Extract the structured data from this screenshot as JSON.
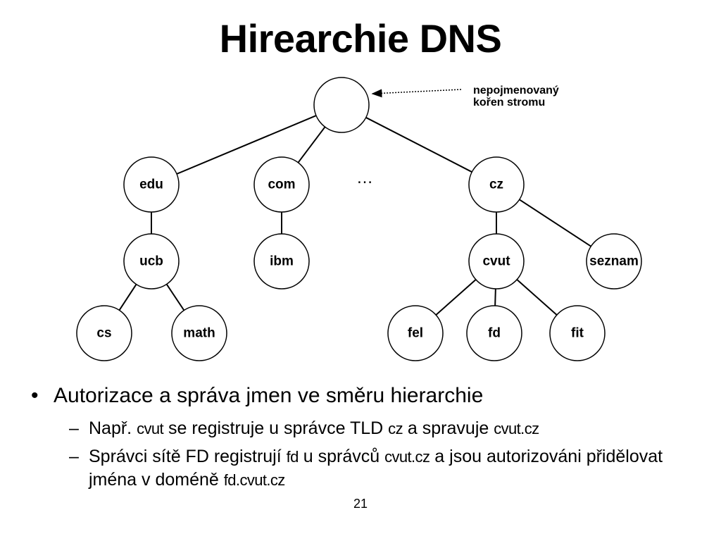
{
  "slide": {
    "title": "Hirearchie DNS",
    "page_number": "21"
  },
  "diagram": {
    "root_annotation": {
      "line1": "nepojmenovaný",
      "line2": "kořen stromu"
    },
    "ellipsis": "…",
    "nodes": [
      {
        "id": "root",
        "label": ""
      },
      {
        "id": "edu",
        "label": "edu"
      },
      {
        "id": "com",
        "label": "com"
      },
      {
        "id": "cz",
        "label": "cz"
      },
      {
        "id": "ucb",
        "label": "ucb"
      },
      {
        "id": "ibm",
        "label": "ibm"
      },
      {
        "id": "cvut",
        "label": "cvut"
      },
      {
        "id": "seznam",
        "label": "seznam"
      },
      {
        "id": "cs",
        "label": "cs"
      },
      {
        "id": "math",
        "label": "math"
      },
      {
        "id": "fel",
        "label": "fel"
      },
      {
        "id": "fd",
        "label": "fd"
      },
      {
        "id": "fit",
        "label": "fit"
      }
    ],
    "edges": [
      [
        "root",
        "edu"
      ],
      [
        "root",
        "com"
      ],
      [
        "root",
        "cz"
      ],
      [
        "edu",
        "ucb"
      ],
      [
        "com",
        "ibm"
      ],
      [
        "cz",
        "cvut"
      ],
      [
        "cz",
        "seznam"
      ],
      [
        "ucb",
        "cs"
      ],
      [
        "ucb",
        "math"
      ],
      [
        "cvut",
        "fel"
      ],
      [
        "cvut",
        "fd"
      ],
      [
        "cvut",
        "fit"
      ]
    ]
  },
  "bullets": [
    {
      "text": "Autorizace a správa jmen ve směru hierarchie",
      "sub": [
        {
          "p1": "Např. ",
          "c1": "cvut",
          "p2": " se registruje u správce TLD ",
          "c2": "cz",
          "p3": " a spravuje ",
          "c3": "cvut.cz"
        },
        {
          "p1": "Správci sítě FD registrují ",
          "c1": "fd",
          "p2": " u správců ",
          "c2": "cvut.cz",
          "p3": " a jsou autorizováni přidělovat jména v doméně ",
          "c3": "fd.cvut.cz"
        }
      ]
    }
  ]
}
